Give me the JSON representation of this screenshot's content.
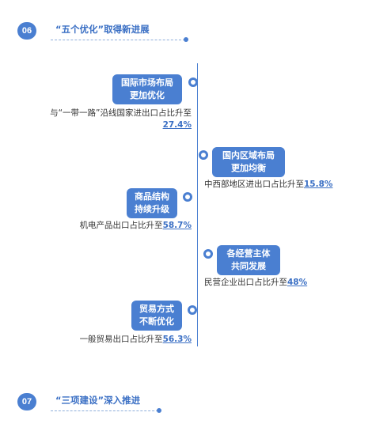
{
  "colors": {
    "accent": "#4a7fd1",
    "pill": "#4a7fd1",
    "timeline": "#4a7fd1",
    "value": "#3a6fc4",
    "section_title": "#3a6fc4"
  },
  "section06": {
    "number": "06",
    "title": "“五个优化”取得新进展"
  },
  "items": [
    {
      "label_line1": "国际市场布局",
      "label_line2": "更加优化",
      "desc_line1": "与“一带一路”沿线国家进出口占比升至",
      "value": "27.4%"
    },
    {
      "label_line1": "国内区域布局",
      "label_line2": "更加均衡",
      "desc": "中西部地区进出口占比升至",
      "value": "15.8%"
    },
    {
      "label_line1": "商品结构",
      "label_line2": "持续升级",
      "desc": "机电产品出口占比升至",
      "value": "58.7%"
    },
    {
      "label_line1": "各经营主体",
      "label_line2": "共同发展",
      "desc": "民营企业出口占比升至",
      "value": "48%"
    },
    {
      "label_line1": "贸易方式",
      "label_line2": "不断优化",
      "desc": "一般贸易出口占比升至",
      "value": "56.3%"
    }
  ],
  "section07": {
    "number": "07",
    "title": "“三项建设”深入推进"
  }
}
